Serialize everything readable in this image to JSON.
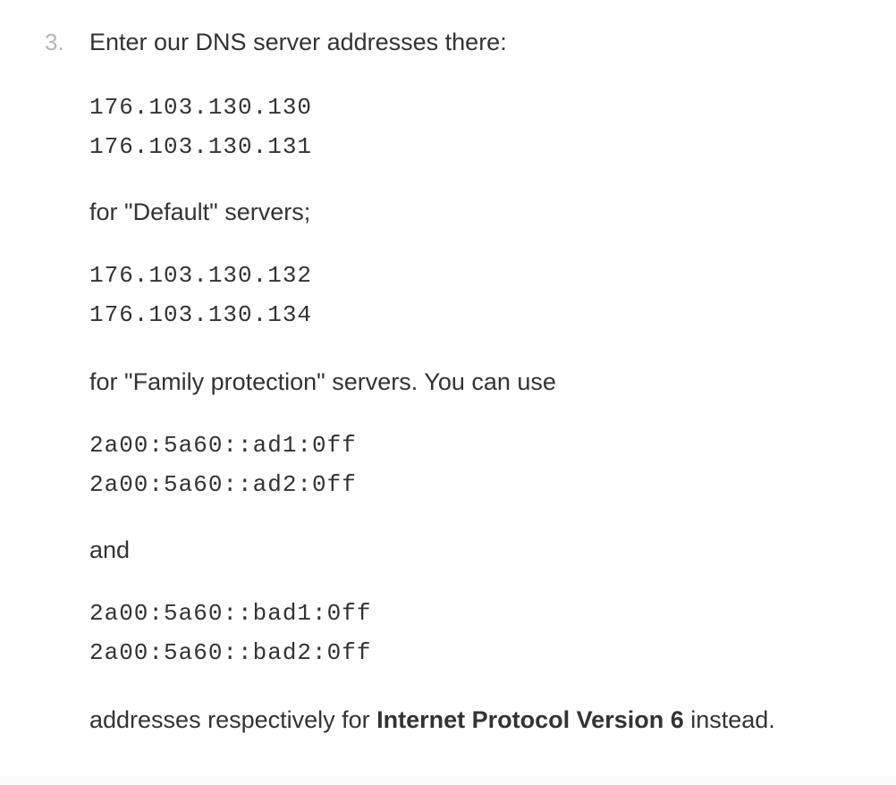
{
  "step": {
    "number": "3.",
    "intro": "Enter our DNS server addresses there:",
    "default_servers": [
      "176.103.130.130",
      "176.103.130.131"
    ],
    "default_label": "for \"Default\" servers;",
    "family_servers": [
      "176.103.130.132",
      "176.103.130.134"
    ],
    "family_label": "for \"Family protection\" servers. You can use",
    "ipv6_default_servers": [
      "2a00:5a60::ad1:0ff",
      "2a00:5a60::ad2:0ff"
    ],
    "and_label": "and",
    "ipv6_family_servers": [
      "2a00:5a60::bad1:0ff",
      "2a00:5a60::bad2:0ff"
    ],
    "closing": {
      "prefix": "addresses respectively for ",
      "emphasis": "Internet Protocol Version 6",
      "suffix": " instead."
    }
  }
}
